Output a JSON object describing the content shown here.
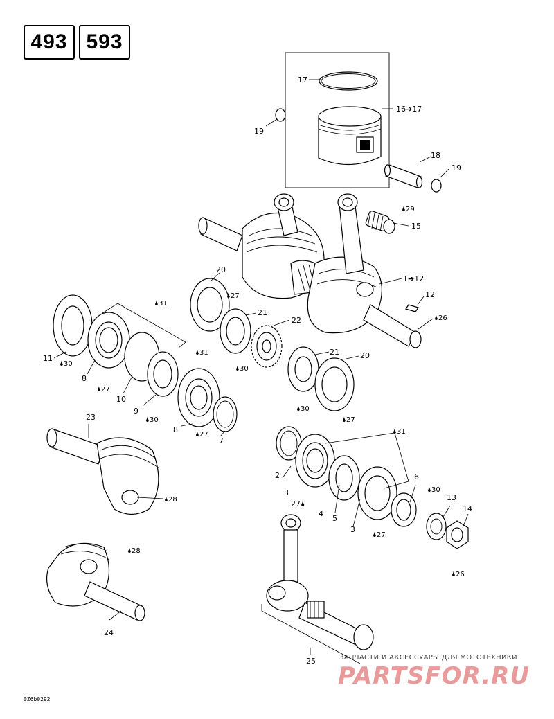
{
  "engine_codes": [
    "493",
    "593"
  ],
  "labels": {
    "l1_12": "1➔12",
    "l2": "2",
    "l3a": "3",
    "l3b": "3",
    "l4": "4",
    "l5": "5",
    "l6": "6",
    "l7": "7",
    "l8a": "8",
    "l8b": "8",
    "l9": "9",
    "l10": "10",
    "l11": "11",
    "l12": "12",
    "l13": "13",
    "l14": "14",
    "l15": "15",
    "l16_17": "16➔17",
    "l17": "17",
    "l18": "18",
    "l19a": "19",
    "l19b": "19",
    "l20a": "20",
    "l20b": "20",
    "l21a": "21",
    "l21b": "21",
    "l22": "22",
    "l23": "23",
    "l24": "24",
    "l25": "25"
  },
  "lube_refs": {
    "r26a": "26",
    "r26b": "26",
    "r27a": "27",
    "r27b": "27",
    "r27c": "27",
    "r27d": "27",
    "r27e": "27",
    "r27f": "27",
    "r28a": "28",
    "r28b": "28",
    "r29": "29",
    "r30a": "30",
    "r30b": "30",
    "r30c": "30",
    "r30d": "30",
    "r30e": "30",
    "r31a": "31",
    "r31b": "31",
    "r31c": "31"
  },
  "watermark": {
    "line": "ЗАПЧАСТИ И АКСЕССУАРЫ ДЛЯ МОТОТЕХНИКИ",
    "logo": "PARTSFOR.RU"
  },
  "drawing_code": "0Z6b0292"
}
